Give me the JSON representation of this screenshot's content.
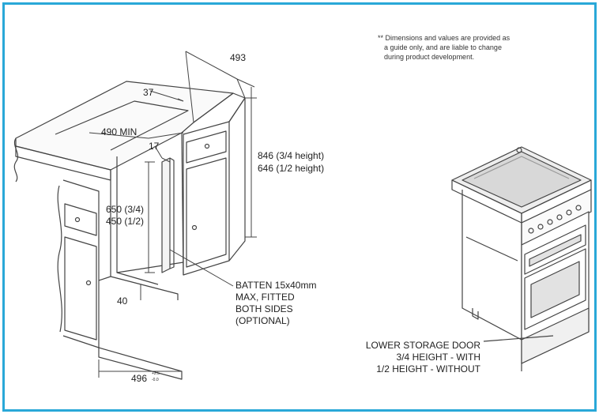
{
  "note": {
    "line1": "** Dimensions and values are provided as",
    "line2": "a guide only, and are liable to change",
    "line3": "during product development."
  },
  "dims": {
    "d493": "493",
    "d37": "37",
    "d490min": "490 MIN",
    "d17": "17",
    "h846": "846 (3/4 height)",
    "h646": "646 (1/2 height)",
    "h650": "650 (3/4)",
    "h450": "450 (1/2)",
    "d40": "40",
    "d496": "496",
    "d496_tol_plus": "+2.5",
    "d496_tol_minus": "-0.0"
  },
  "batten": {
    "line1": "BATTEN 15x40mm",
    "line2": "MAX, FITTED",
    "line3": "BOTH SIDES",
    "line4": "(OPTIONAL)"
  },
  "door": {
    "line1": "LOWER STORAGE DOOR",
    "line2": "3/4 HEIGHT - WITH",
    "line3": "1/2 HEIGHT - WITHOUT"
  },
  "colors": {
    "frame": "#29a8d8",
    "line": "#444444"
  }
}
